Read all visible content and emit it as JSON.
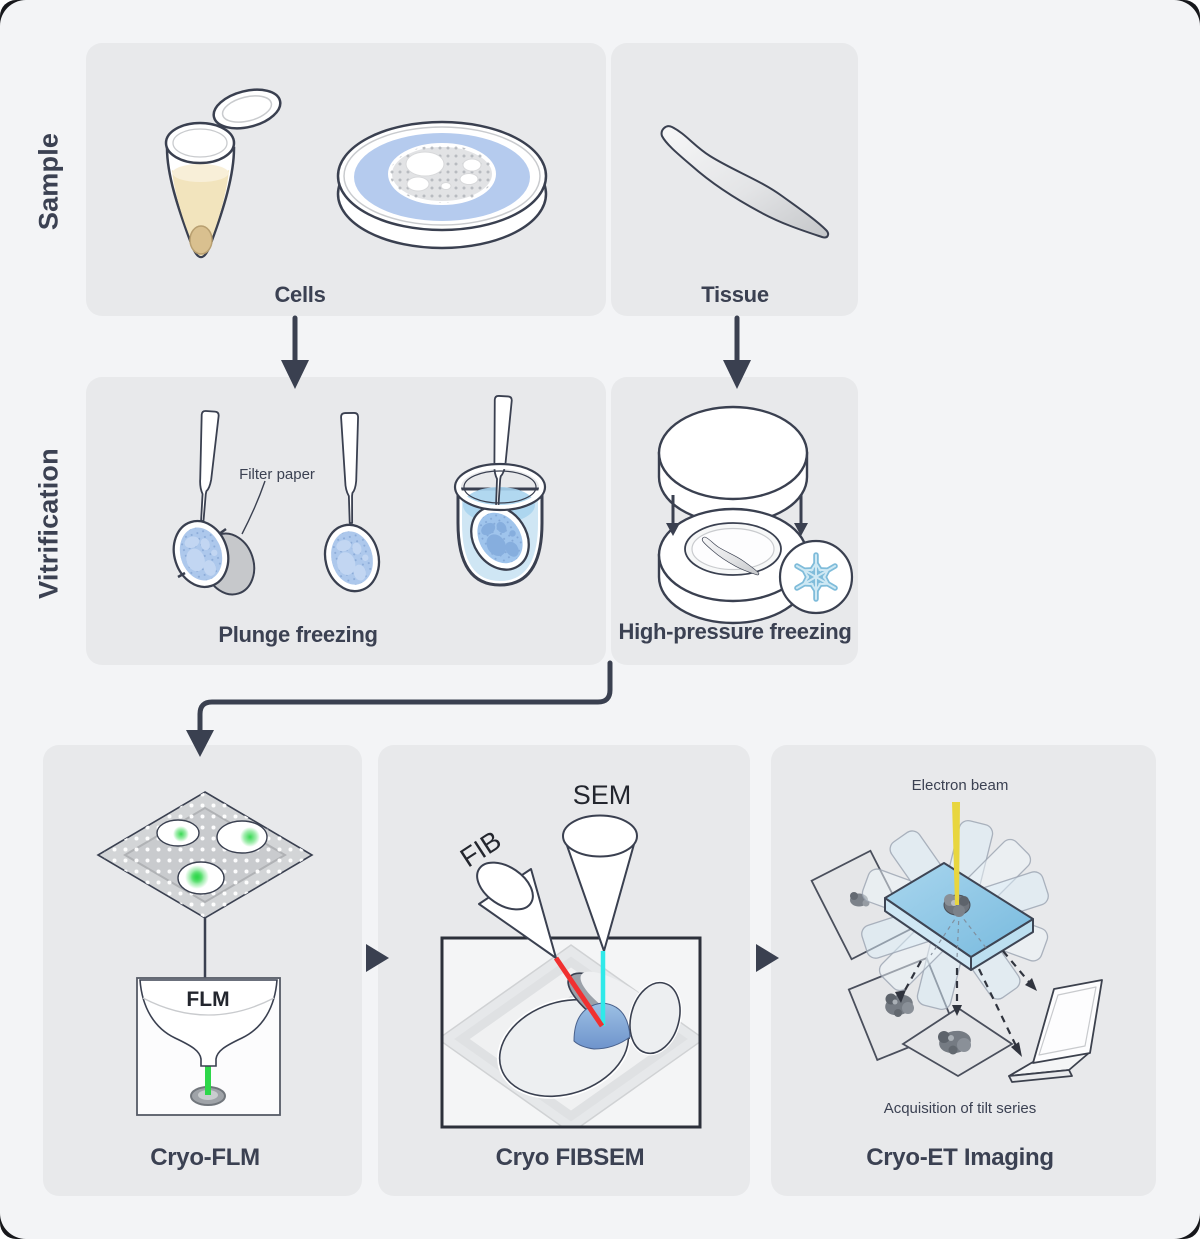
{
  "window": {
    "background": "#f3f4f6"
  },
  "colors": {
    "bg": "#f3f4f6",
    "panel": "#e8e9eb",
    "ink": "#3a4050",
    "label": "#3b4152",
    "dark_text": "#23262e",
    "tube_liquid": "#f2e4bd",
    "tube_liquid_light": "#f8efd8",
    "tube_pellet": "#d9c08f",
    "petri_blue": "#b5cbee",
    "disc_blue": "#adc8ec",
    "blob_blue": "#c2d6f2",
    "disc_blue_deep": "#9fc4ec",
    "blob_blue_deep": "#86aede",
    "paper_gray": "#c6c8cb",
    "liquid_blue": "#cfe6f4",
    "splash_blue": "#a9d4ee",
    "snow_main": "#7fbcda",
    "snow_light": "#cfe9f4",
    "fluor_green": "#2ed74a",
    "fib_red": "#f03030",
    "sem_cyan": "#2fe9e9",
    "beam_yellow": "#e8d63e",
    "slab_blue": "#8ec6e4",
    "sample_blue": "#7ea7d8"
  },
  "icons": {
    "snowflake": "snowflake-icon",
    "flow_arrow": "▼",
    "step_arrow": "▶"
  },
  "rows": {
    "sample": "Sample",
    "vitrification": "Vitrification"
  },
  "sample_row": {
    "cells": {
      "label": "Cells"
    },
    "tissue": {
      "label": "Tissue"
    }
  },
  "vitrification_row": {
    "plunge": {
      "label": "Plunge freezing",
      "filter_paper": "Filter paper"
    },
    "hpf": {
      "label": "High-pressure freezing"
    }
  },
  "workflow": {
    "flm": {
      "title": "Cryo-FLM",
      "scope": "FLM"
    },
    "fibsem": {
      "title": "Cryo FIBSEM",
      "fib": "FIB",
      "sem": "SEM"
    },
    "et": {
      "title": "Cryo-ET Imaging",
      "beam": "Electron beam",
      "caption": "Acquisition of tilt series"
    }
  }
}
